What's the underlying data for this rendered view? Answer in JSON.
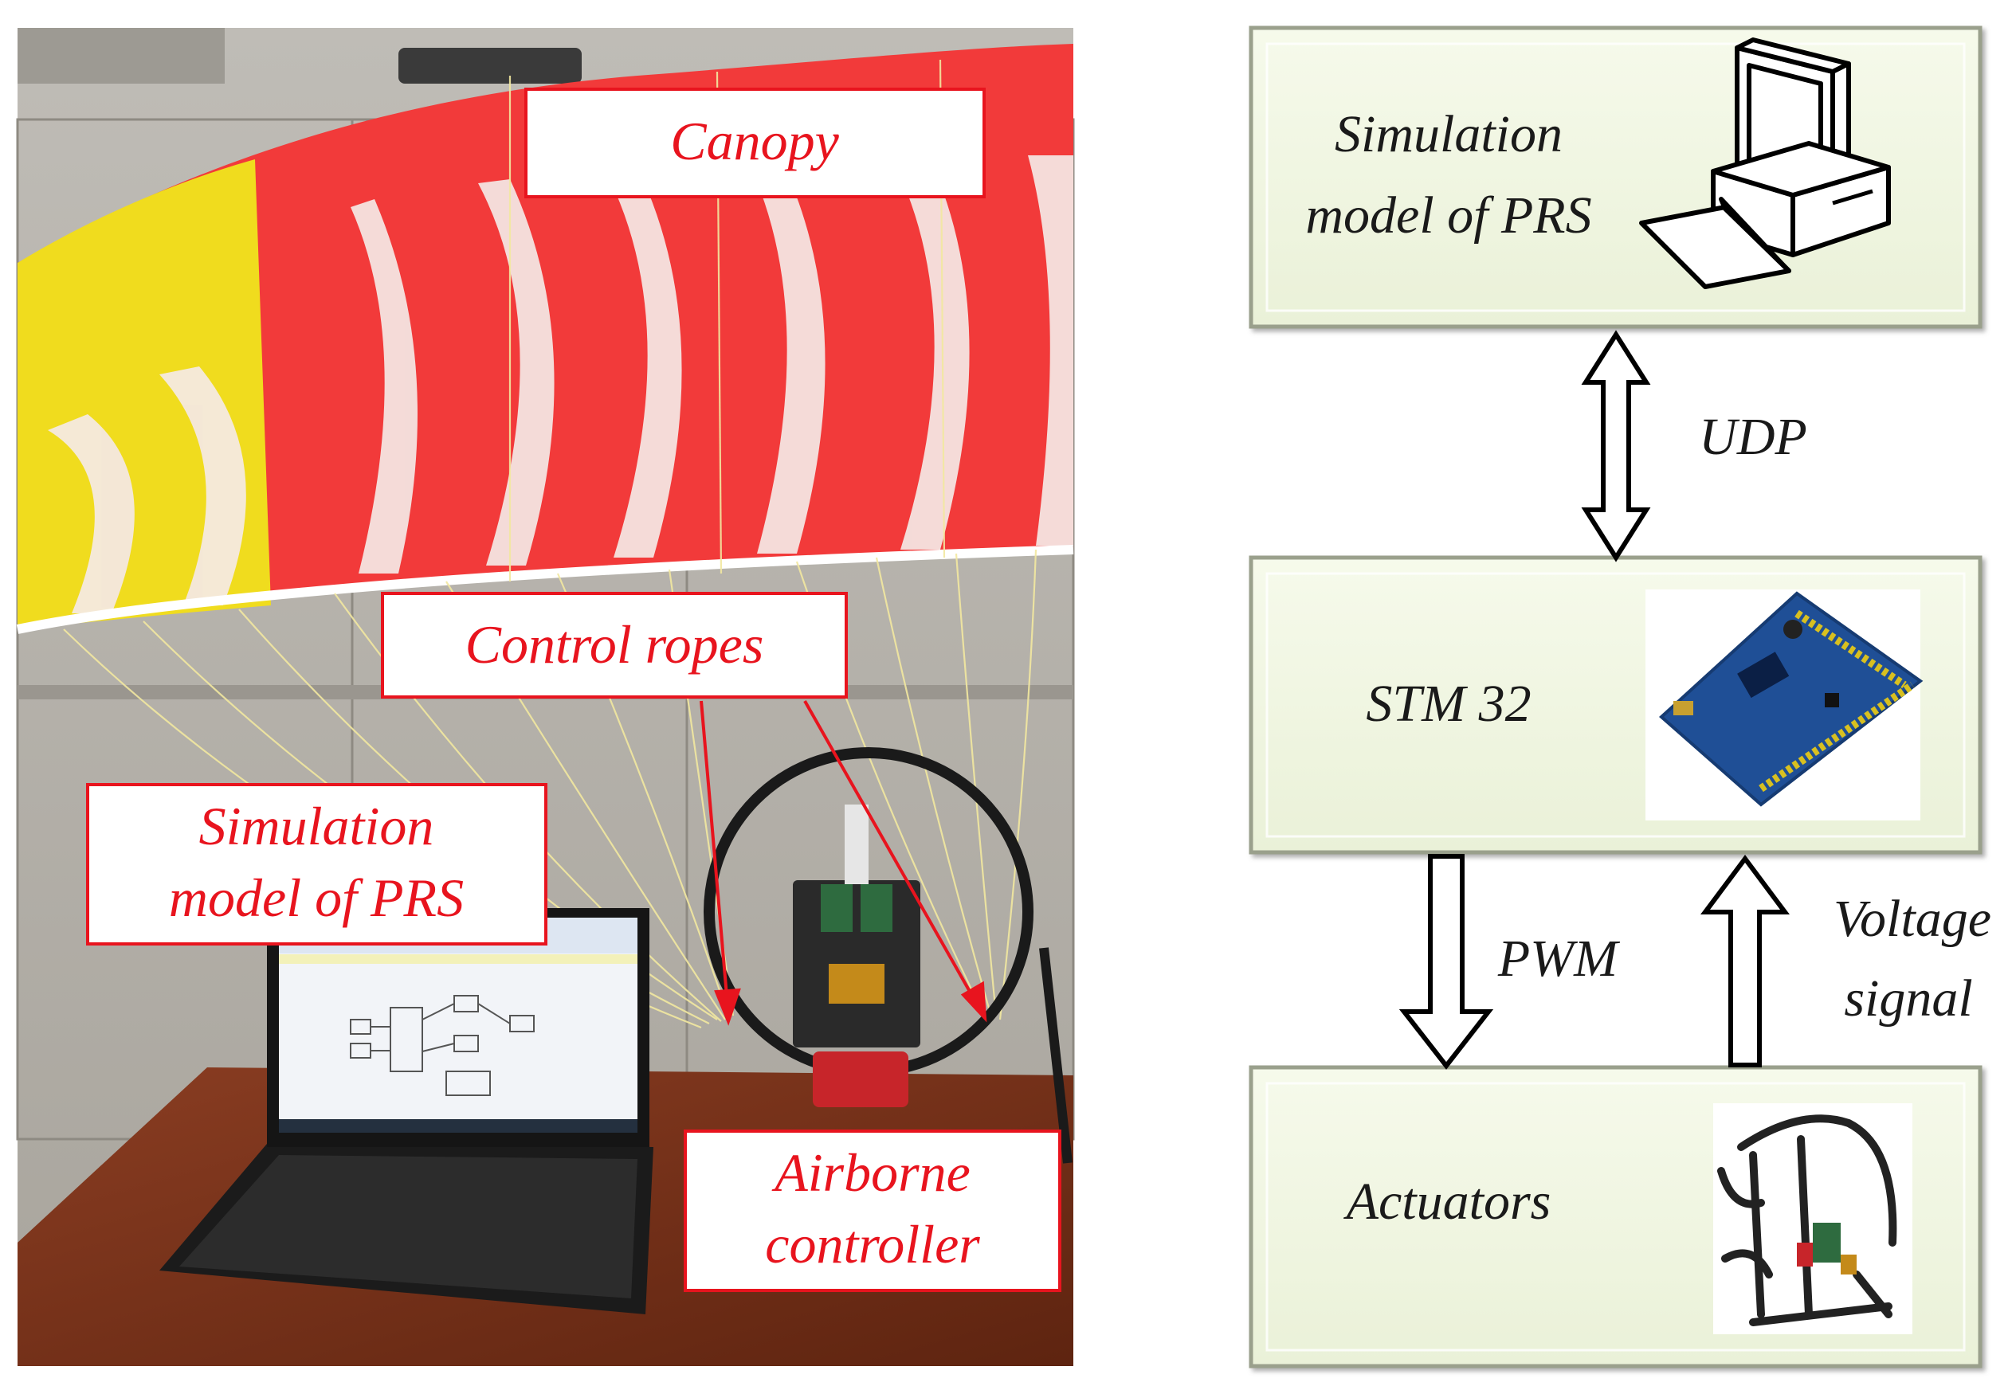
{
  "photo_labels": {
    "canopy": "Canopy",
    "control_ropes": "Control ropes",
    "sim_model_line1": "Simulation",
    "sim_model_line2": "model of PRS",
    "airborne_line1": "Airborne",
    "airborne_line2": "controller"
  },
  "blocks": {
    "simulation_line1": "Simulation",
    "simulation_line2": "model of PRS",
    "stm32": "STM 32",
    "actuators": "Actuators"
  },
  "connections": {
    "udp": "UDP",
    "pwm": "PWM",
    "voltage_line1": "Voltage",
    "voltage_line2": "signal"
  },
  "colors": {
    "label_red": "#e8141e",
    "block_fill": "#f2f7e4",
    "canopy_red": "#f23a3a",
    "canopy_yellow": "#f0dc1e"
  }
}
